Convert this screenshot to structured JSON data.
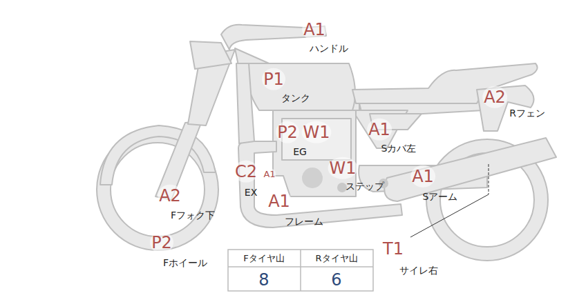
{
  "diagram": {
    "labels": [
      "A1",
      "ハンドル",
      "P1",
      "タンク",
      "P2",
      "W1",
      "A1",
      "EG",
      "Sカバ左",
      "C2",
      "A1",
      "W1",
      "A2",
      "Rフェン",
      "A1",
      "ステップ",
      "EX",
      "Sアーム",
      "A1",
      "A2",
      "フレーム",
      "Fフォク下",
      "P2",
      "T1",
      "Fホイール",
      "サイレ右",
      "Fタイヤ山",
      "Rタイヤ山",
      "8",
      "6"
    ]
  }
}
